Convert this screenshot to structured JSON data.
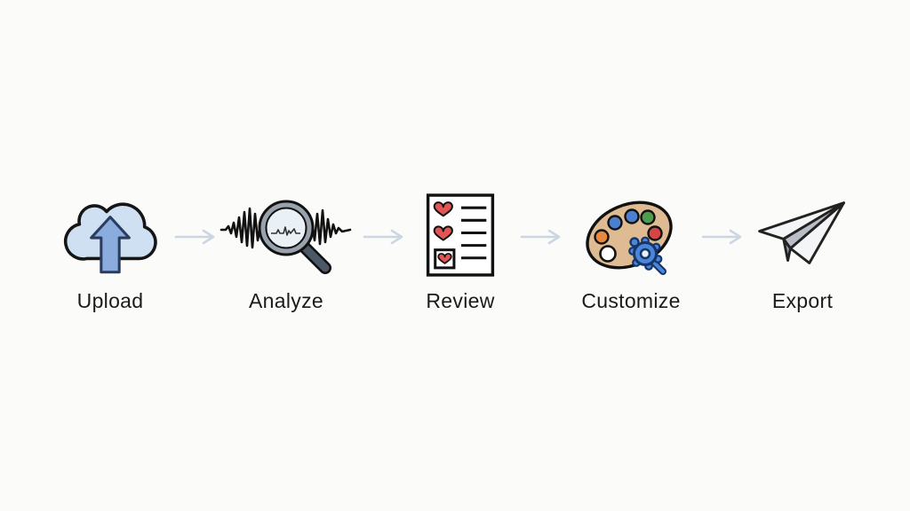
{
  "page": {
    "title": "Workflow diagram",
    "background": "#fbfbf9"
  },
  "workflow": {
    "steps": [
      {
        "label": "Upload",
        "icon": "cloud-upload-icon"
      },
      {
        "label": "Analyze",
        "icon": "waveform-magnifier-icon"
      },
      {
        "label": "Review",
        "icon": "checklist-hearts-icon"
      },
      {
        "label": "Customize",
        "icon": "palette-gear-icon"
      },
      {
        "label": "Export",
        "icon": "paper-plane-icon"
      }
    ],
    "connector": {
      "shape": "arrow-right",
      "color": "#ccd6e2"
    }
  },
  "colors": {
    "outline": "#151515",
    "cloud_fill": "#cfe0f2",
    "upload_arrow_fill": "#8badde",
    "upload_arrow_stroke": "#2c3c5e",
    "lens_ring": "#99a3ad",
    "lens_glass": "#e9f1f7",
    "handle": "#4c5866",
    "heart_red": "#e25555",
    "palette_tan": "#debb92",
    "paint_orange": "#e8883f",
    "paint_blue": "#4d7fd0",
    "paint_green": "#4f9b50",
    "paint_red": "#d64545",
    "gear_blue": "#4d86d8",
    "gear_outline": "#15366b",
    "plane_white": "#f4f5f6",
    "plane_gray": "#b9bec6",
    "plane_dark_gray": "#989ea7",
    "label_color": "#1b1b1b"
  }
}
